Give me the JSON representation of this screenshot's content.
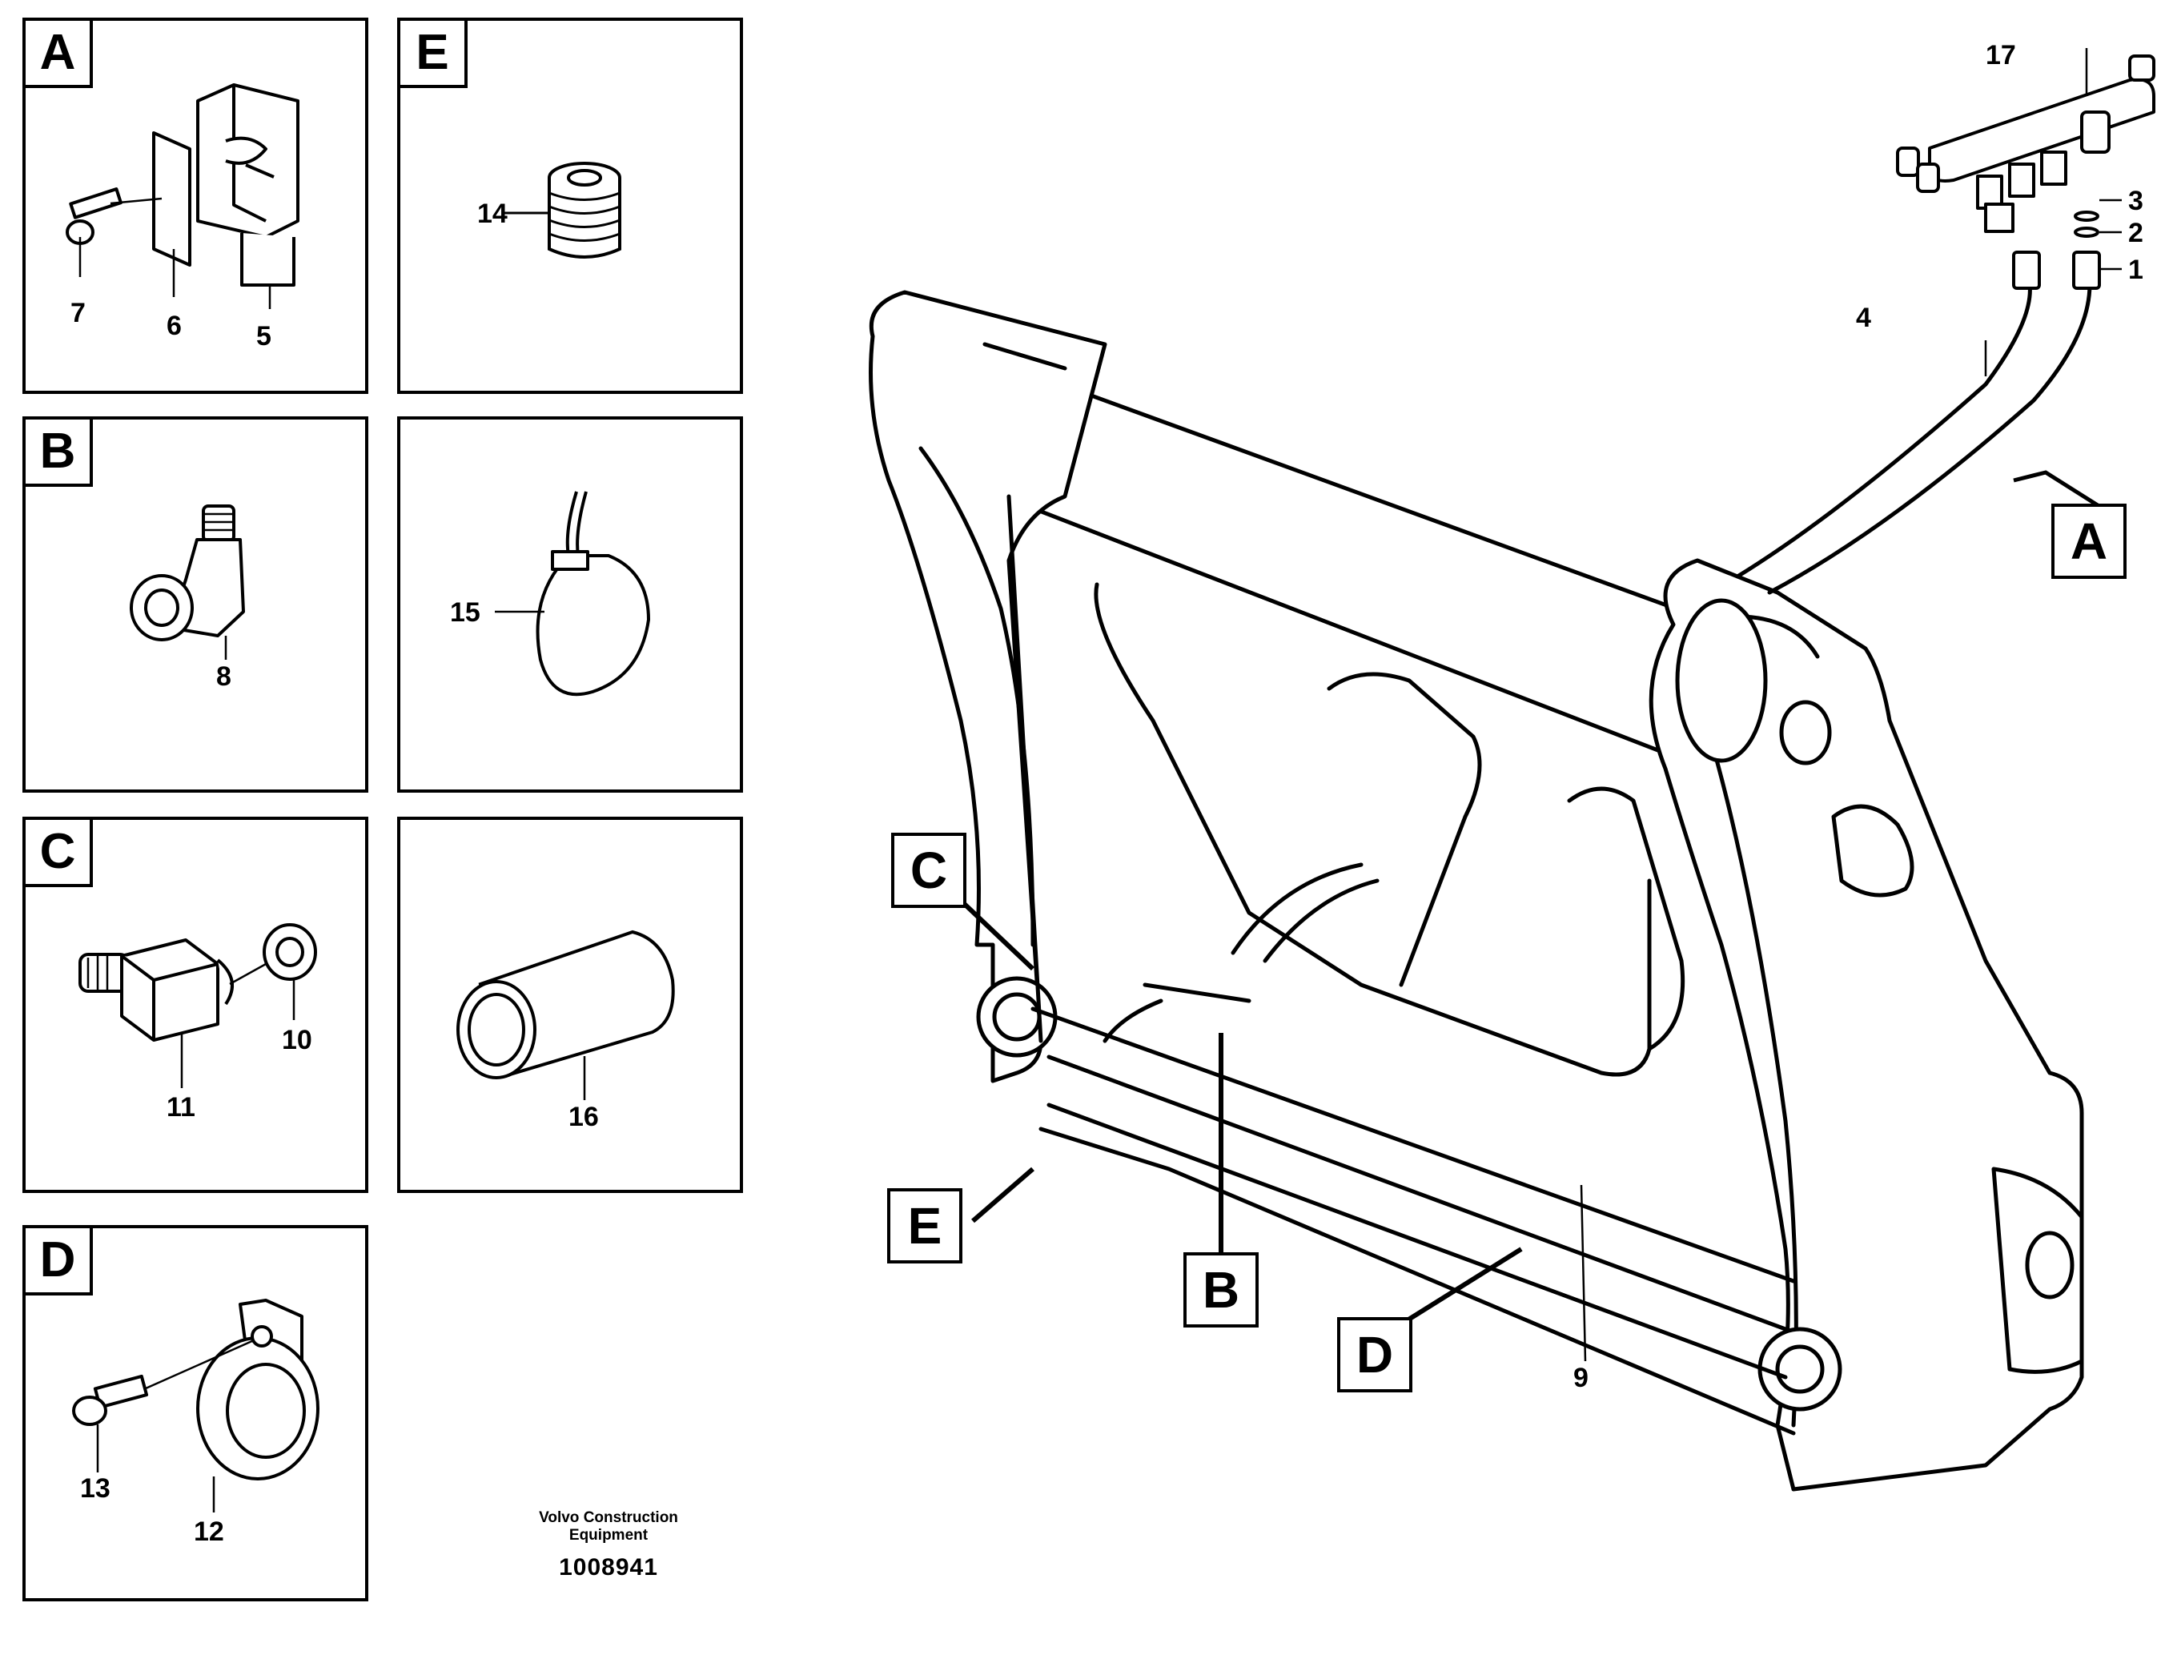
{
  "panels": {
    "A": {
      "label": "A",
      "items": [
        "7",
        "6",
        "5"
      ]
    },
    "B": {
      "label": "B",
      "items": [
        "8"
      ]
    },
    "C": {
      "label": "C",
      "items": [
        "11",
        "10"
      ]
    },
    "D": {
      "label": "D",
      "items": [
        "13",
        "12"
      ]
    },
    "E": {
      "label": "E",
      "items": [
        "14"
      ]
    },
    "F": {
      "label": "",
      "items": [
        "15"
      ]
    },
    "G": {
      "label": "",
      "items": [
        "16"
      ]
    }
  },
  "main": {
    "callouts": [
      "A",
      "B",
      "C",
      "D",
      "E"
    ],
    "parts": [
      "17",
      "3",
      "2",
      "1",
      "4",
      "9"
    ]
  },
  "footer": {
    "brand_line1": "Volvo Construction",
    "brand_line2": "Equipment",
    "doc_number": "1008941"
  }
}
